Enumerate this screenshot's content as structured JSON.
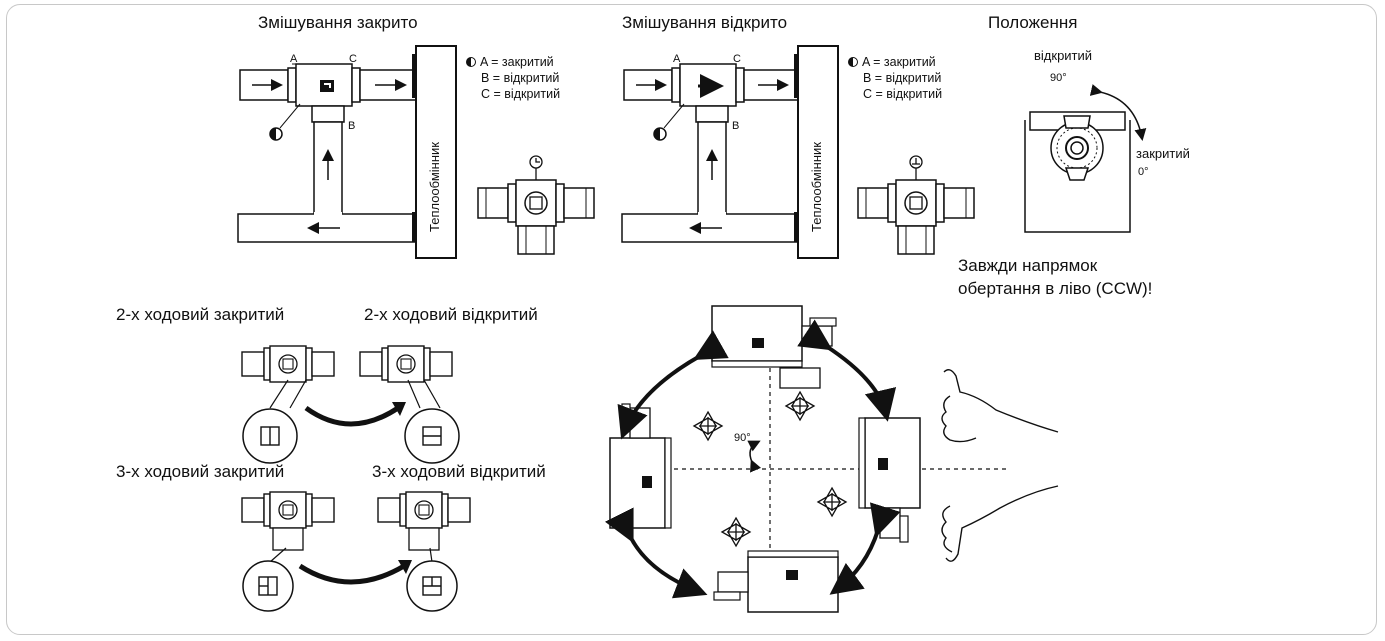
{
  "headings": {
    "mixing_closed": "Змішування закрито",
    "mixing_open": "Змішування відкрито",
    "position": "Положення"
  },
  "heat_exchanger_label": "Теплообмінник",
  "port_labels": {
    "a": "A",
    "b": "B",
    "c": "C"
  },
  "legend": {
    "a": "A = закритий",
    "b": "B = відкритий",
    "c": "C = відкритий"
  },
  "position_panel": {
    "open_label": "відкритий",
    "open_angle": "90°",
    "closed_label": "закритий",
    "closed_angle": "0°",
    "note_line1": "Завжди напрямок",
    "note_line2": "обертання в ліво (CCW)!"
  },
  "valve_states": {
    "two_way_closed": "2-х ходовий закритий",
    "two_way_open": "2-х ходовий відкритий",
    "three_way_closed": "3-х ходовий закритий",
    "three_way_open": "3-х ходовий відкритий"
  },
  "rotation_angle": "90°",
  "colors": {
    "frame": "#c8c8c8",
    "ink": "#111111"
  }
}
